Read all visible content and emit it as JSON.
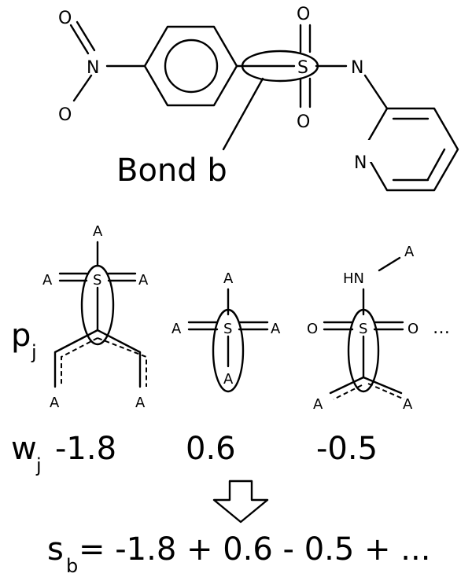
{
  "molecule": {
    "atoms": {
      "oxygen": "O",
      "nitrogen": "N",
      "sulfur": "S"
    },
    "bond_label": "Bond b"
  },
  "patterns": {
    "label": "p",
    "label_sub": "j",
    "atom_a": "A",
    "hn": "HN",
    "ellipsis": "…"
  },
  "weights": {
    "label": "w",
    "label_sub": "j",
    "values": [
      "-1.8",
      "0.6",
      "-0.5"
    ]
  },
  "formula": {
    "lhs": "s",
    "lhs_sub": "b",
    "rhs": "= -1.8 + 0.6 - 0.5 + ..."
  }
}
